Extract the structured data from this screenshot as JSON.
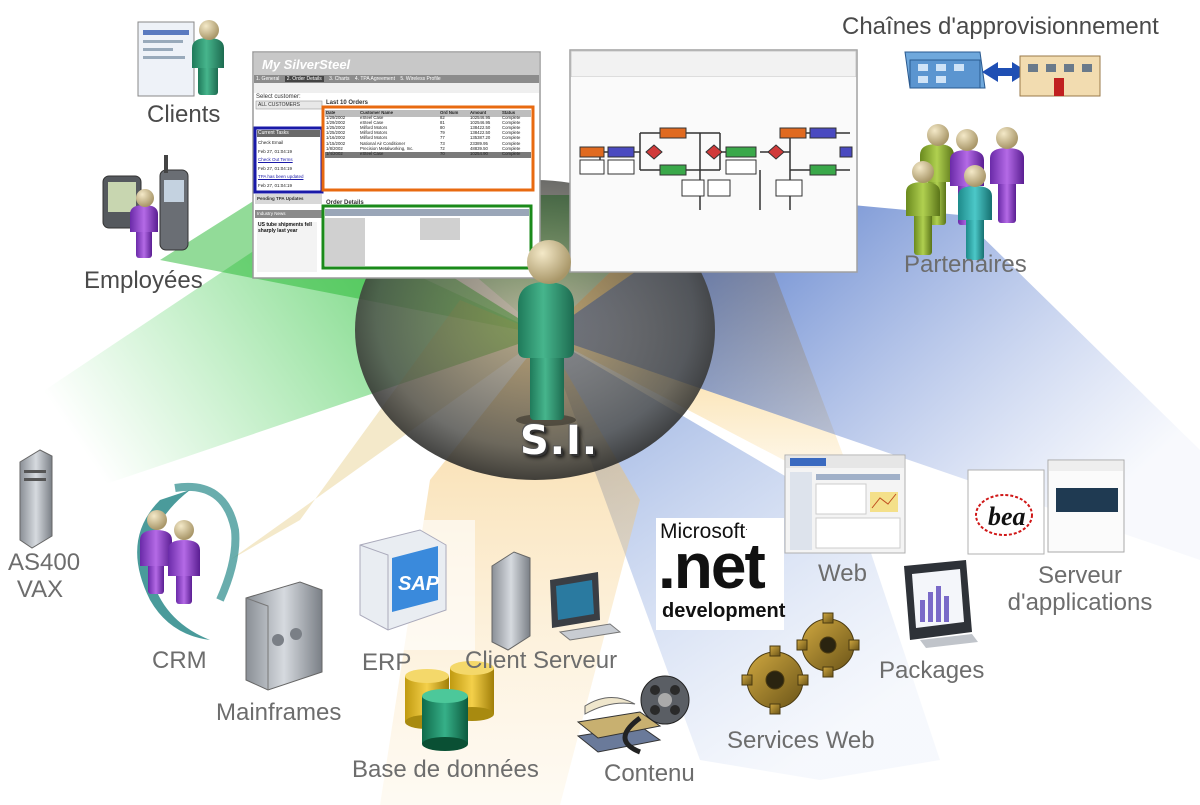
{
  "center": {
    "label": "S.I."
  },
  "labels": {
    "clients": "Clients",
    "employees": "Employées",
    "supply_chain": "Chaînes d'approvisionnement",
    "partners": "Partenaires",
    "as400_line1": "AS400",
    "as400_line2": "VAX",
    "crm": "CRM",
    "mainframes": "Mainframes",
    "erp": "ERP",
    "client_server": "Client Serveur",
    "databases": "Base de données",
    "content": "Contenu",
    "web_services": "Services Web",
    "packages": "Packages",
    "web": "Web",
    "app_server_line1": "Serveur",
    "app_server_line2": "d'applications"
  },
  "logos": {
    "sap": "SAP",
    "bea": "bea",
    "net_top": "Microsoft",
    "net_big": ".net",
    "net_bottom": "development"
  },
  "portal": {
    "title": "My SilverSteel",
    "tabs": [
      "1. General",
      "2. Order Details",
      "3. Charts",
      "4. TPA Agreement",
      "5. Wireless Profile"
    ],
    "select_label": "Select customer:",
    "select_value": "ALL CUSTOMERS",
    "orders_heading": "Last 10 Orders",
    "columns": [
      "Date",
      "Customer Name",
      "Ord Num",
      "Amount",
      "Status"
    ],
    "rows": [
      [
        "1/29/2002",
        "eSteel Case",
        "82",
        "102546.95",
        "Complete"
      ],
      [
        "1/29/2002",
        "eSteel Case",
        "81",
        "102546.95",
        "Complete"
      ],
      [
        "1/25/2002",
        "Milford Motors",
        "80",
        "138422.50",
        "Complete"
      ],
      [
        "1/25/2002",
        "Milford Motors",
        "79",
        "138422.50",
        "Complete"
      ],
      [
        "1/16/2002",
        "Milford Motors",
        "77",
        "135387.20",
        "Complete"
      ],
      [
        "1/15/2002",
        "National Air Conditioner",
        "73",
        "23389.95",
        "Complete"
      ],
      [
        "1/8/2002",
        "Precision Metalworking, Inc.",
        "72",
        "48839.50",
        "Complete"
      ],
      [
        "1/4/2002",
        "eSteel Case",
        "70",
        "10254.90",
        "Complete"
      ]
    ],
    "tasks_heading": "Current Tasks",
    "tasks": [
      "Check Email",
      "Feb 27, 01:04:19",
      "Check Out Terms",
      "Feb 27, 01:04:19",
      "TPA has been updated",
      "Feb 27, 01:04:19"
    ],
    "pending_heading": "Pending TPA Updates",
    "news_heading": "Industry News",
    "news_title": "US tube shipments fell sharply last year",
    "details_heading": "Order Details"
  },
  "colors": {
    "green_ray": "#2ecc40",
    "orange_ray": "#f5a623",
    "blue_ray": "#1f4fb4",
    "person_body": "#3a9e7a",
    "highlight_blue": "#1a1aa8",
    "highlight_orange": "#e86a10",
    "highlight_green": "#1a8a1a"
  }
}
